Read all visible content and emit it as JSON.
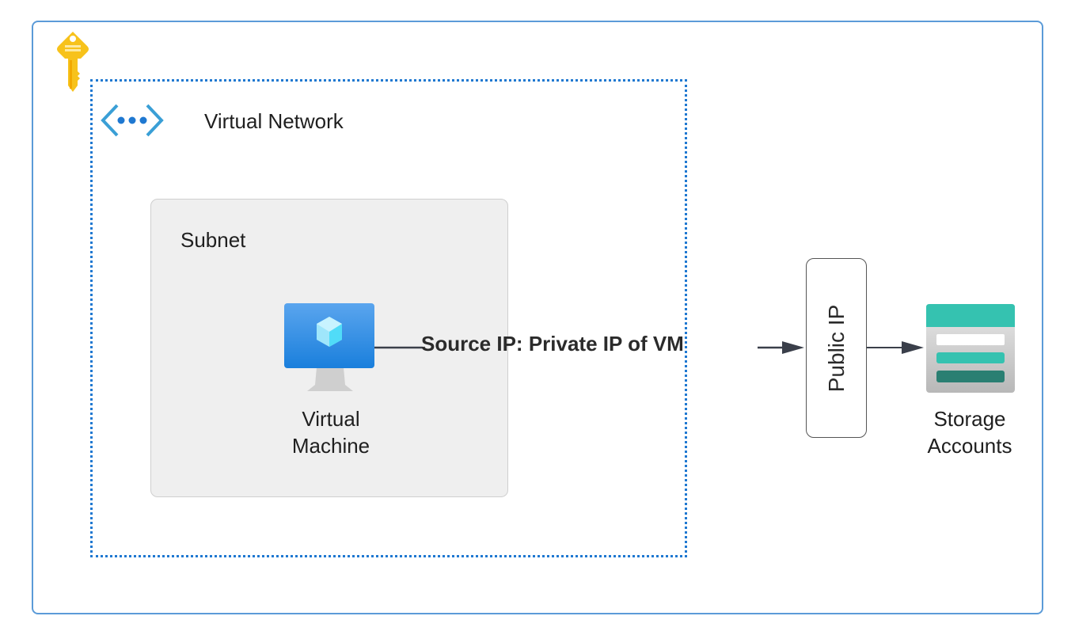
{
  "diagram": {
    "title": "Virtual Network outbound to Storage Accounts via Public IP",
    "containers": {
      "outer": {
        "icon": "key-vault-icon"
      },
      "virtual_network": {
        "label": "Virtual Network",
        "icon": "virtual-network-icon"
      },
      "subnet": {
        "label": "Subnet"
      }
    },
    "nodes": {
      "virtual_machine": {
        "label": "Virtual\nMachine",
        "label_line1": "Virtual",
        "label_line2": "Machine",
        "icon": "virtual-machine-icon"
      },
      "public_ip": {
        "label": "Public IP"
      },
      "storage_accounts": {
        "label_line1": "Storage",
        "label_line2": "Accounts",
        "icon": "storage-account-icon"
      }
    },
    "edges": [
      {
        "from": "virtual_machine",
        "to": "public_ip",
        "label": "Source IP: Private IP of VM"
      },
      {
        "from": "public_ip",
        "to": "storage_accounts",
        "label": ""
      }
    ],
    "colors": {
      "outer_border": "#5b9bd8",
      "vnet_border": "#1f78d1",
      "subnet_fill": "#efefef",
      "key": "#f5c518",
      "vnet_icon": "#3a9fd6",
      "vm_screen": "#3b8ee6",
      "storage_teal": "#35c2b0",
      "storage_dark": "#2a7f72",
      "edge": "#3a3f4a"
    }
  }
}
